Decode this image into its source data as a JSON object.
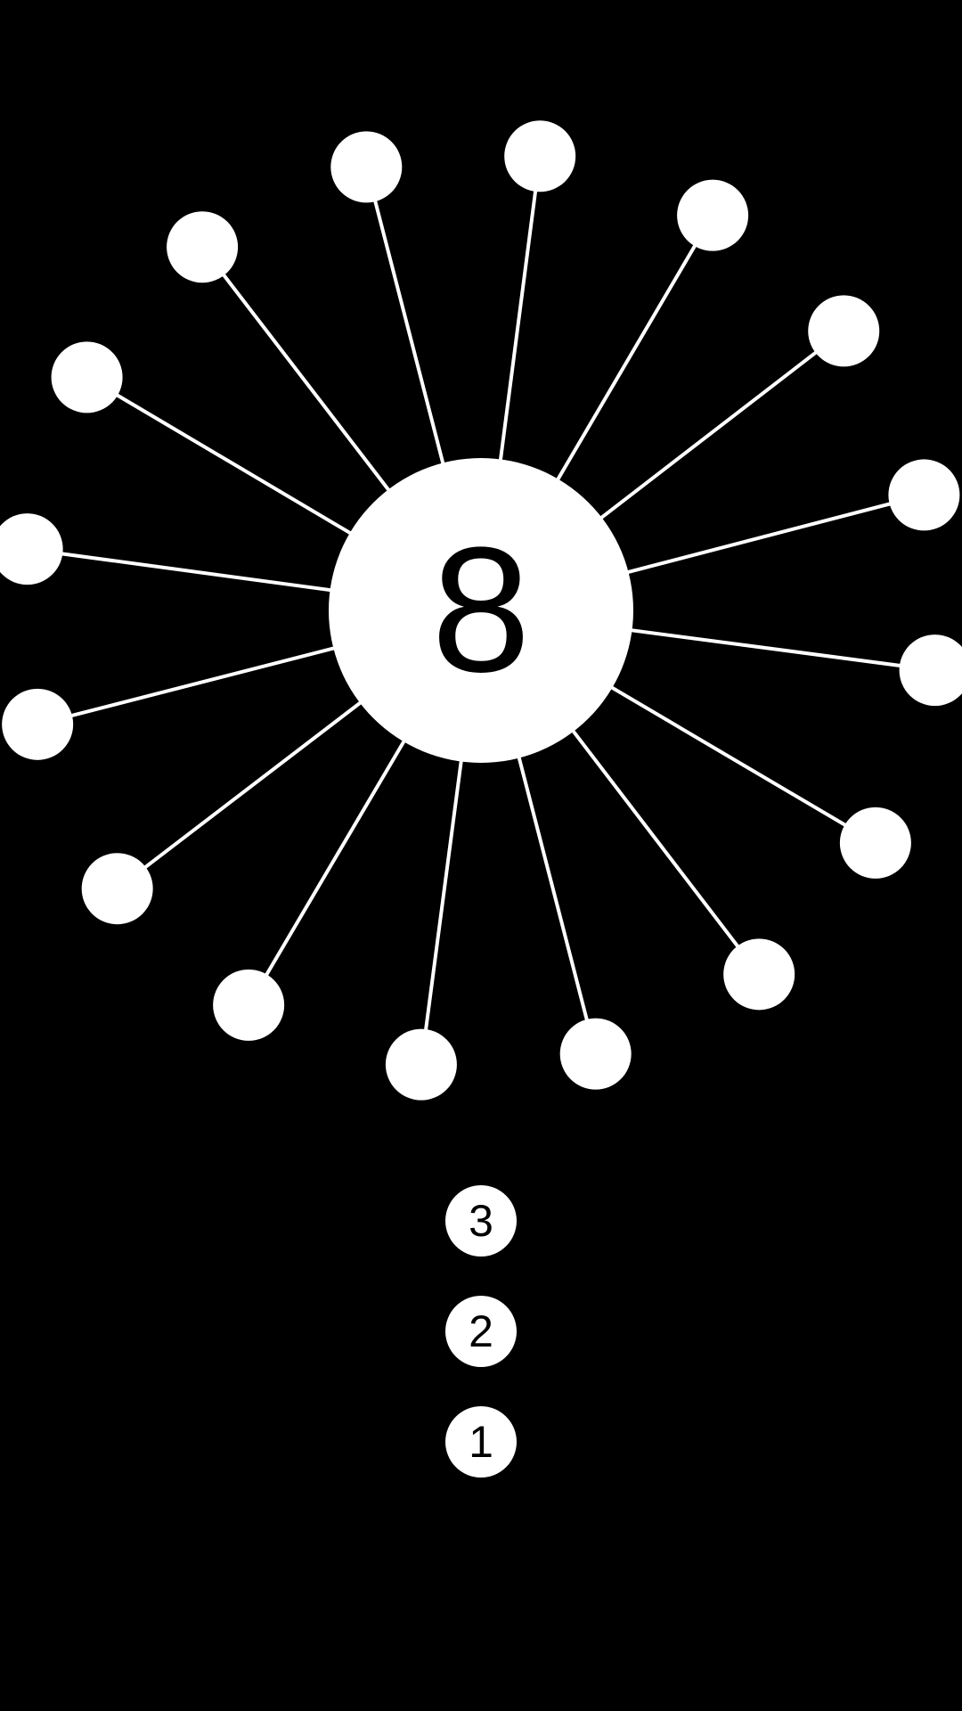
{
  "level": "8",
  "colors": {
    "background": "#000000",
    "foreground": "#ffffff",
    "text": "#000000"
  },
  "pinned_balls_angles_deg": [
    -104.5,
    -82.6,
    -59.6,
    -37.6,
    -14.6,
    7.5,
    30.5,
    52.6,
    75.5,
    97.5,
    120.5,
    142.6,
    165.6,
    187.7,
    210.6,
    232.5
  ],
  "remaining_balls": [
    "3",
    "2",
    "1"
  ]
}
